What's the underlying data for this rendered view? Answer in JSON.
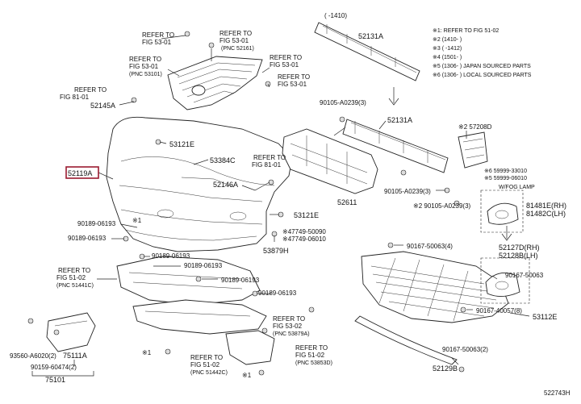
{
  "labels": {
    "refer_top1": "REFER TO",
    "refer_top1b": "FIG 53-01",
    "refer_top2": "REFER TO",
    "refer_top2b": "FIG 53-01",
    "refer_top2c": "(PNC 52161)",
    "refer_left1": "REFER TO",
    "refer_left1b": "FIG 53-01",
    "refer_left1c": "(PNC 53101)",
    "refer_right1": "REFER TO",
    "refer_right1b": "FIG 53-01",
    "refer_right2": "REFER TO",
    "refer_right2b": "FIG 53-01",
    "refer_81a": "REFER TO",
    "refer_81ab": "FIG 81-01",
    "p52145A": "52145A",
    "p53121E_a": "53121E",
    "p53384C": "53384C",
    "refer_81b": "REFER TO",
    "refer_81bb": "FIG 81-01",
    "p52119A": "52119A",
    "p52146A": "52146A",
    "p53121E_b": "53121E",
    "p90189_a": "90189-06193",
    "p90189_b": "90189-06193",
    "p90189_c": "90189-06193",
    "p90189_d": "90189-06193",
    "p90189_e": "90189-06193",
    "p90189_f": "90189-06193",
    "p47749a": "※47749-50090",
    "p47749b": "※47749-06010",
    "p53879H": "53879H",
    "refer_51a": "REFER TO",
    "refer_51ab": "FIG 51-02",
    "refer_51ac": "(PNC 51441C)",
    "refer_53a": "REFER TO",
    "refer_53ab": "FIG 53-02",
    "refer_53ac": "(PNC 53879A)",
    "refer_51b": "REFER TO",
    "refer_51bb": "FIG 51-02",
    "refer_51bc": "(PNC 51442C)",
    "refer_51c": "REFER TO",
    "refer_51cb": "FIG 51-02",
    "refer_51cc": "(PNC 53853D)",
    "p93560": "93560-A6020(2)",
    "p75111A": "75111A",
    "p90159": "90159-60474(2)",
    "p75101": "75101",
    "star1_a": "※1",
    "star1_b": "※1",
    "star1_c": "※1",
    "p52131A_top": "52131A",
    "p1410_note": "(   -1410)",
    "p52131A_mid": "52131A",
    "p90105a": "90105-A0239(3)",
    "p52611": "52611",
    "p90105b": "90105-A0239(3)",
    "p57208D": "※2 57208D",
    "p59999a": "※6 59999-33010",
    "p59999b": "※5 59999-06010",
    "p90105c": "※2 90105-A0239(3)",
    "wfog": "W/FOG LAMP",
    "p81481E": "81481E(RH)",
    "p81482C": "81482C(LH)",
    "p52127D": "52127D(RH)",
    "p52128B": "52128B(LH)",
    "p90167a": "90167-50063(4)",
    "p90167b": "90167-50063",
    "p90167c": "90167-40057(8)",
    "p53112E": "53112E",
    "p52129B": "52129B",
    "p90167d": "90167-50063(2)",
    "figcode": "522743H"
  },
  "notes": [
    "※1: REFER TO FIG 51-02",
    "※2 (1410-   )",
    "※3 (   -1412)",
    "※4 (1501-   )",
    "※5 (1306-   ) JAPAN SOURCED PARTS",
    "※6 (1306-   ) LOCAL SOURCED PARTS"
  ]
}
